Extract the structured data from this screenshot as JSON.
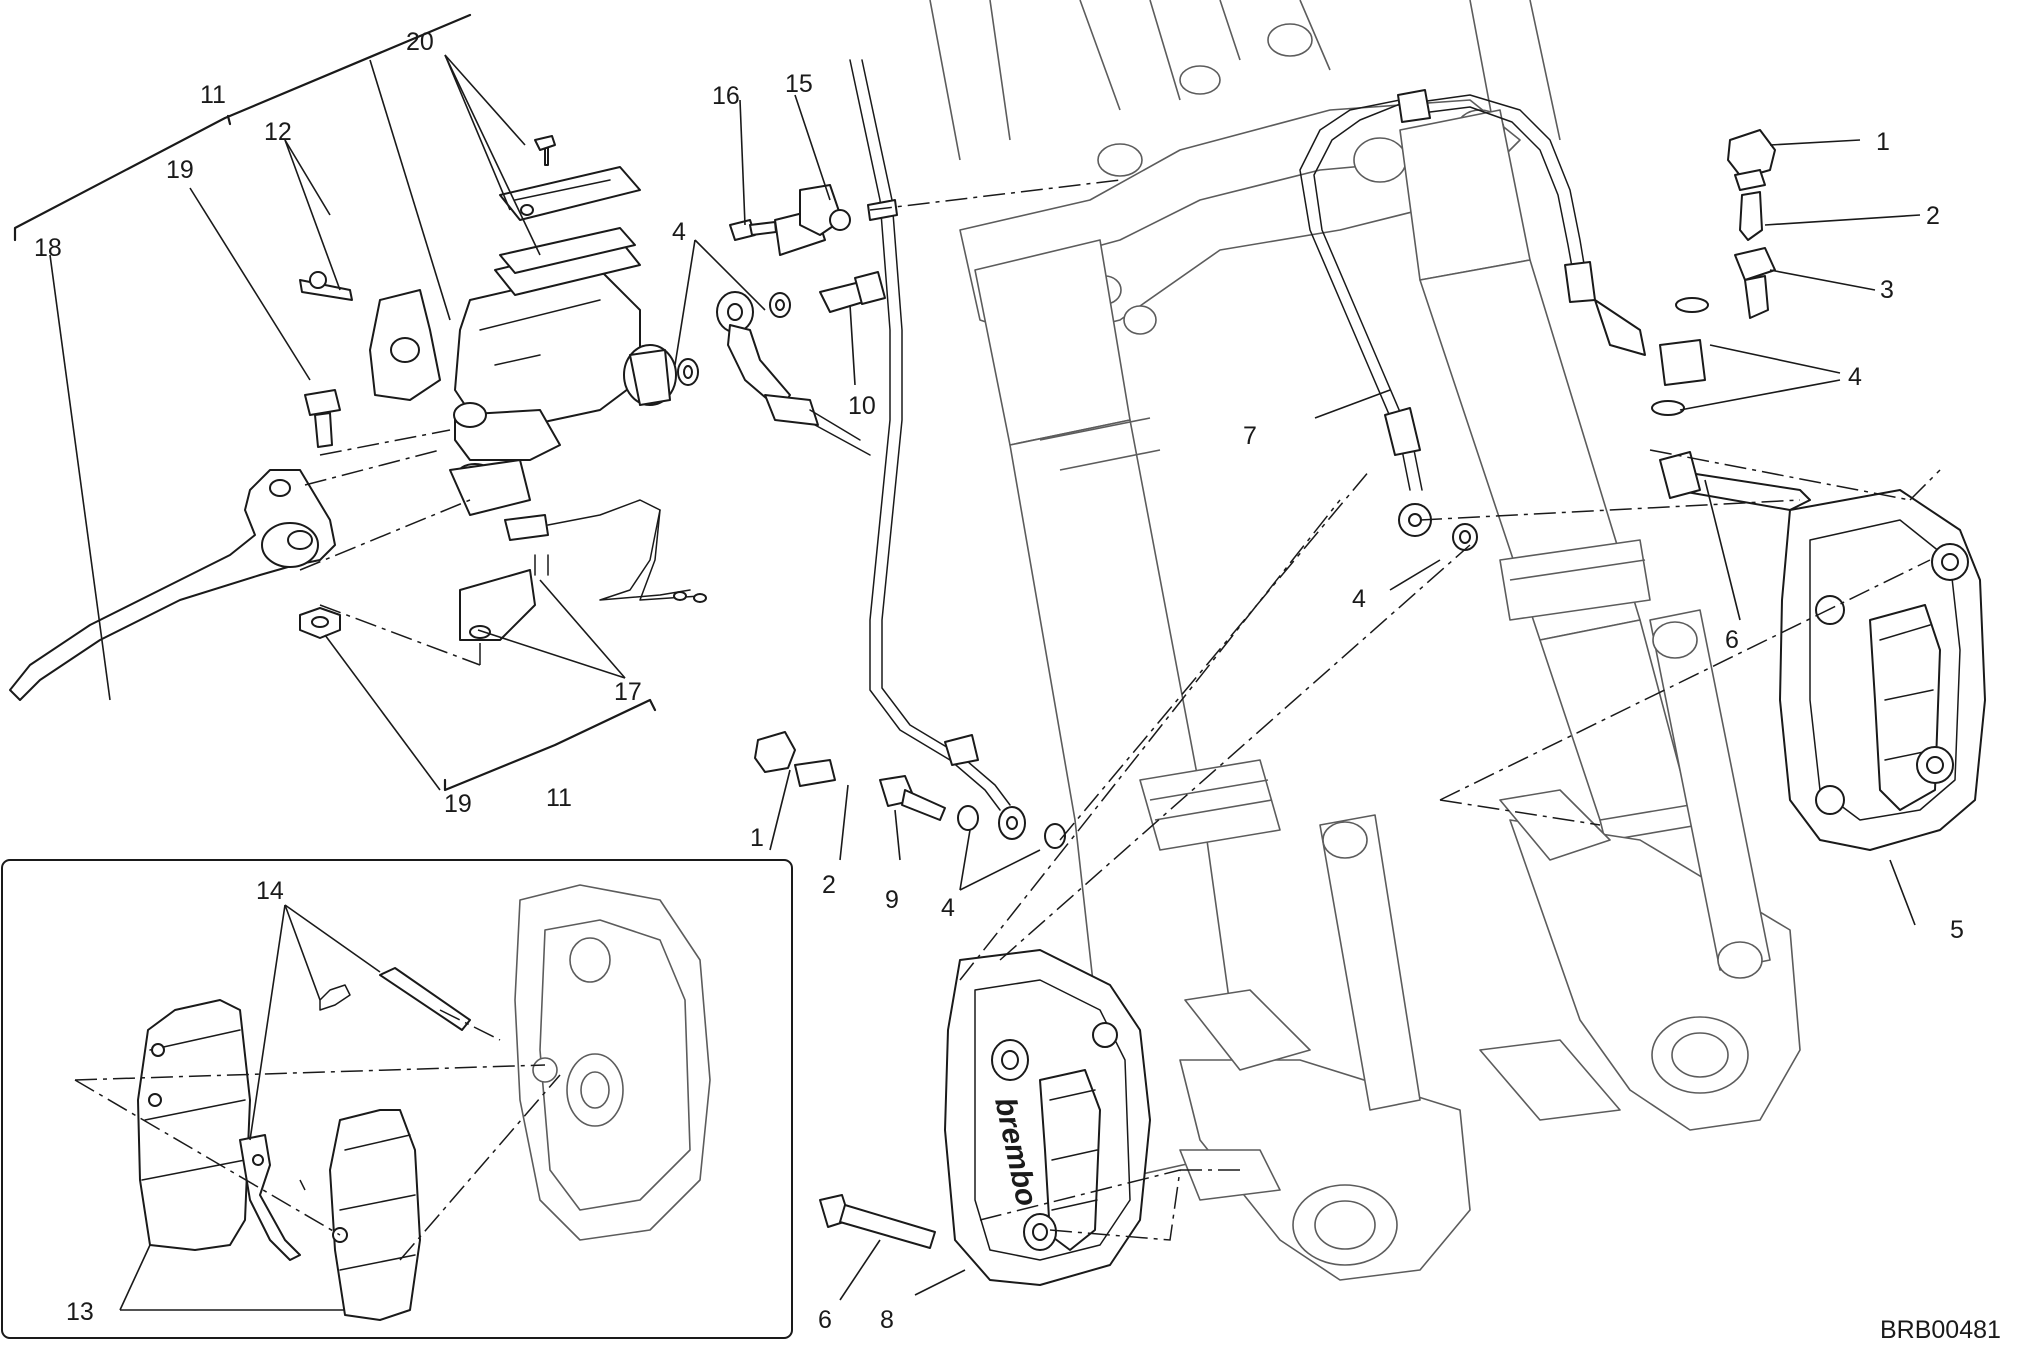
{
  "diagram": {
    "drawing_code": "BRB00481",
    "brand_mark": "brembo",
    "callouts": {
      "c1_top": "1",
      "c2_top": "2",
      "c3": "3",
      "c4_right": "4",
      "c5": "5",
      "c6_right": "6",
      "c7": "7",
      "c4_mid": "4",
      "c16": "16",
      "c15": "15",
      "c4_upper": "4",
      "c10": "10",
      "c20": "20",
      "c11_top": "11",
      "c12": "12",
      "c19_top": "19",
      "c18": "18",
      "c17": "17",
      "c19_bottom": "19",
      "c11_bottom": "11",
      "c1_bottom": "1",
      "c2_bottom": "2",
      "c9": "9",
      "c4_lower": "4",
      "c14": "14",
      "c13": "13",
      "c6_bottom": "6",
      "c8": "8"
    }
  }
}
